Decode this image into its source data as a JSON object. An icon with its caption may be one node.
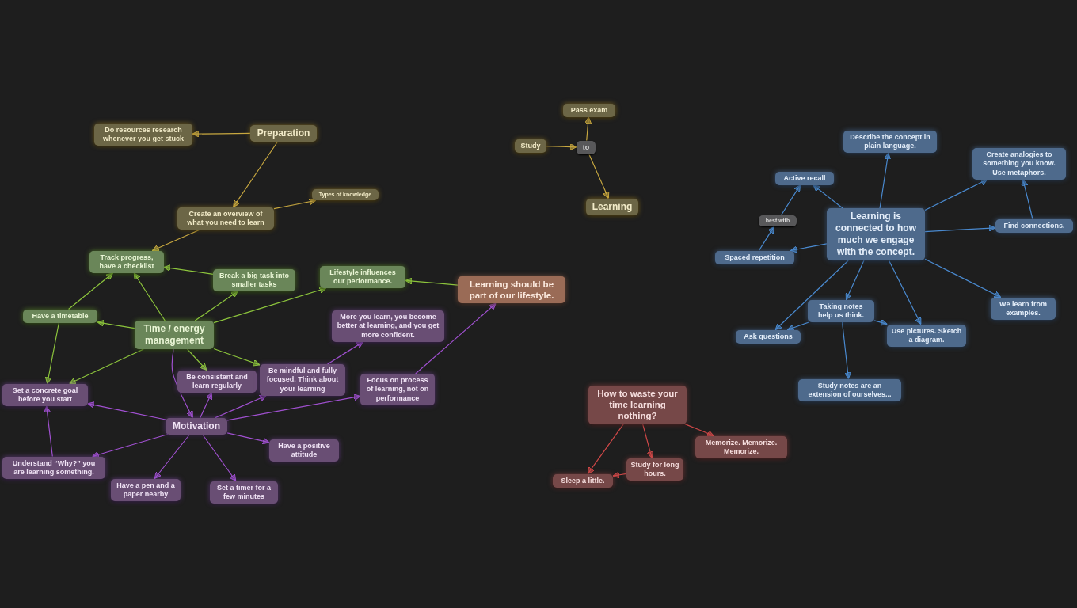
{
  "diagram": {
    "nodes": [
      {
        "text": [
          "Preparation"
        ]
      },
      {
        "text": [
          "Do resources research whenever you get stuck"
        ]
      },
      {
        "text": [
          "Create an overview of what you need to learn"
        ]
      },
      {
        "text": [
          "Types of knowledge"
        ]
      },
      {
        "text": [
          "Study"
        ]
      },
      {
        "text": [
          "to"
        ]
      },
      {
        "text": [
          "Pass exam"
        ]
      },
      {
        "text": [
          "Learning"
        ]
      },
      {
        "text": [
          "Track progress, have a checklist"
        ]
      },
      {
        "text": [
          "Break a big task into smaller tasks"
        ]
      },
      {
        "text": [
          "Lifestyle influences our performance."
        ]
      },
      {
        "text": [
          "Learning should be part of our lifestyle."
        ]
      },
      {
        "text": [
          "Have a timetable"
        ]
      },
      {
        "text": [
          "Time / energy management"
        ]
      },
      {
        "text": [
          "More you learn, you become better at learning, and you get more confident."
        ]
      },
      {
        "text": [
          "Be consistent and learn regularly"
        ]
      },
      {
        "text": [
          "Be mindful and fully focused. Think about your learning"
        ]
      },
      {
        "text": [
          "Focus on process of learning, not on performance"
        ]
      },
      {
        "text": [
          "Set a concrete goal before you start"
        ]
      },
      {
        "text": [
          "Motivation"
        ]
      },
      {
        "text": [
          "Have a positive attitude"
        ]
      },
      {
        "text": [
          "Understand “Why?” you are learning something."
        ]
      },
      {
        "text": [
          "Have a pen and a paper nearby"
        ]
      },
      {
        "text": [
          "Set a timer for a few minutes"
        ]
      },
      {
        "text": [
          "Describe the concept in plain language."
        ]
      },
      {
        "text": [
          "Create analogies to something you know. Use metaphors."
        ]
      },
      {
        "text": [
          "Active recall"
        ]
      },
      {
        "text": [
          "best with"
        ]
      },
      {
        "text": [
          "Learning is connected to how much we engage with the concept."
        ]
      },
      {
        "text": [
          "Find connections."
        ]
      },
      {
        "text": [
          "Spaced repetition"
        ]
      },
      {
        "text": [
          "Taking notes help us think."
        ]
      },
      {
        "text": [
          "We learn from examples."
        ]
      },
      {
        "text": [
          "Ask questions"
        ]
      },
      {
        "text": [
          "Use pictures. Sketch a diagram."
        ]
      },
      {
        "text": [
          "Study notes are an extension of ourselves..."
        ]
      },
      {
        "text": [
          "How to waste your time learning nothing?"
        ]
      },
      {
        "text": [
          "Memorize. Memorize. Memorize."
        ]
      },
      {
        "text": [
          "Study for long hours."
        ]
      },
      {
        "text": [
          "Sleep a little."
        ]
      }
    ],
    "edges": [
      {
        "from": 0,
        "to": 1,
        "arrow": "to",
        "color": "#c8a840"
      },
      {
        "from": 0,
        "to": 2,
        "arrow": "to",
        "color": "#c8a840"
      },
      {
        "from": 2,
        "to": 3,
        "arrow": "to",
        "color": "#c8a840"
      },
      {
        "from": 2,
        "to": 8,
        "arrow": "to",
        "color": "#c8a840"
      },
      {
        "from": 4,
        "to": 5,
        "arrow": "to",
        "color": "#c8a840"
      },
      {
        "from": 5,
        "to": 6,
        "arrow": "to",
        "color": "#c8a840"
      },
      {
        "from": 5,
        "to": 7,
        "arrow": "to",
        "color": "#c8a840"
      },
      {
        "from": 9,
        "to": 8,
        "arrow": "to",
        "color": "#8cc43c"
      },
      {
        "from": 13,
        "to": 8,
        "arrow": "to",
        "color": "#8cc43c"
      },
      {
        "from": 12,
        "to": 8,
        "arrow": "to",
        "color": "#8cc43c"
      },
      {
        "from": 13,
        "to": 9,
        "arrow": "to",
        "color": "#8cc43c"
      },
      {
        "from": 13,
        "to": 10,
        "arrow": "to",
        "color": "#8cc43c"
      },
      {
        "from": 11,
        "to": 10,
        "arrow": "to",
        "color": "#8cc43c"
      },
      {
        "from": 13,
        "to": 12,
        "arrow": "to",
        "color": "#8cc43c"
      },
      {
        "from": 12,
        "to": 18,
        "arrow": "to",
        "color": "#8cc43c"
      },
      {
        "from": 13,
        "to": 18,
        "arrow": "to",
        "color": "#8cc43c"
      },
      {
        "from": 13,
        "to": 15,
        "arrow": "to",
        "color": "#8cc43c"
      },
      {
        "from": 13,
        "to": 16,
        "arrow": "to",
        "color": "#8cc43c"
      },
      {
        "from": 13,
        "to": 19,
        "arrow": "to",
        "color": "#a050d0"
      },
      {
        "from": 19,
        "to": 15,
        "arrow": "to",
        "color": "#a050d0"
      },
      {
        "from": 19,
        "to": 16,
        "arrow": "to",
        "color": "#a050d0"
      },
      {
        "from": 16,
        "to": 14,
        "arrow": "to",
        "color": "#a050d0"
      },
      {
        "from": 19,
        "to": 17,
        "arrow": "to",
        "color": "#a050d0"
      },
      {
        "from": 17,
        "to": 11,
        "arrow": "to",
        "color": "#a050d0"
      },
      {
        "from": 19,
        "to": 18,
        "arrow": "to",
        "color": "#a050d0"
      },
      {
        "from": 19,
        "to": 20,
        "arrow": "to",
        "color": "#a050d0"
      },
      {
        "from": 19,
        "to": 21,
        "arrow": "to",
        "color": "#a050d0"
      },
      {
        "from": 21,
        "to": 18,
        "arrow": "to",
        "color": "#a050d0"
      },
      {
        "from": 19,
        "to": 22,
        "arrow": "to",
        "color": "#a050d0"
      },
      {
        "from": 19,
        "to": 23,
        "arrow": "to",
        "color": "#a050d0"
      },
      {
        "from": 28,
        "to": 24,
        "arrow": "to"
      },
      {
        "from": 28,
        "to": 26,
        "arrow": "to"
      },
      {
        "from": 28,
        "to": 25,
        "arrow": "to"
      },
      {
        "from": 29,
        "to": 25,
        "arrow": "to"
      },
      {
        "from": 28,
        "to": 29,
        "arrow": "to"
      },
      {
        "from": 28,
        "to": 30,
        "arrow": "to"
      },
      {
        "from": 30,
        "to": 27,
        "arrow": "to"
      },
      {
        "from": 27,
        "to": 26,
        "arrow": "to"
      },
      {
        "from": 28,
        "to": 33,
        "arrow": "to"
      },
      {
        "from": 28,
        "to": 31,
        "arrow": "to"
      },
      {
        "from": 28,
        "to": 34,
        "arrow": "to"
      },
      {
        "from": 28,
        "to": 32,
        "arrow": "to"
      },
      {
        "from": 31,
        "to": 33,
        "arrow": "to"
      },
      {
        "from": 31,
        "to": 34,
        "arrow": "to"
      },
      {
        "from": 31,
        "to": 35,
        "arrow": "to"
      },
      {
        "from": 36,
        "to": 37,
        "arrow": "to",
        "color": "#d04848"
      },
      {
        "from": 36,
        "to": 38,
        "arrow": "to",
        "color": "#d04848"
      },
      {
        "from": 36,
        "to": 39,
        "arrow": "to",
        "color": "#d04848"
      },
      {
        "from": 38,
        "to": 39,
        "arrow": "to",
        "color": "#d04848"
      }
    ]
  }
}
